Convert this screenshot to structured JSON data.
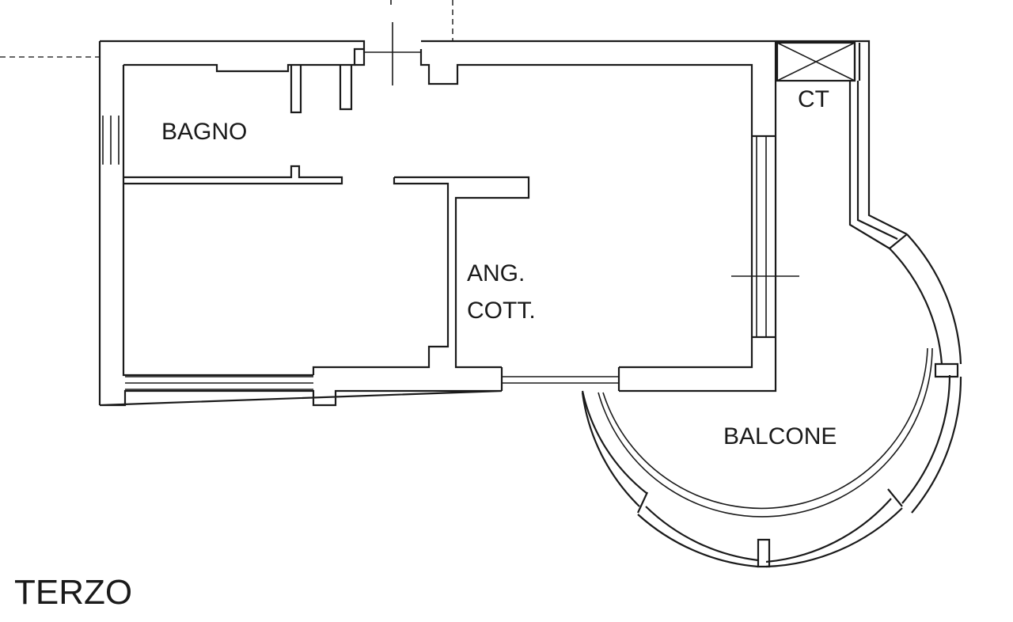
{
  "rooms": {
    "bagno": "BAGNO",
    "ang_line1": "ANG.",
    "ang_line2": "COTT.",
    "ct": "CT",
    "balcone": "BALCONE"
  },
  "floor_label": "TERZO",
  "colors": {
    "line": "#1a1a1a",
    "background": "#ffffff"
  }
}
